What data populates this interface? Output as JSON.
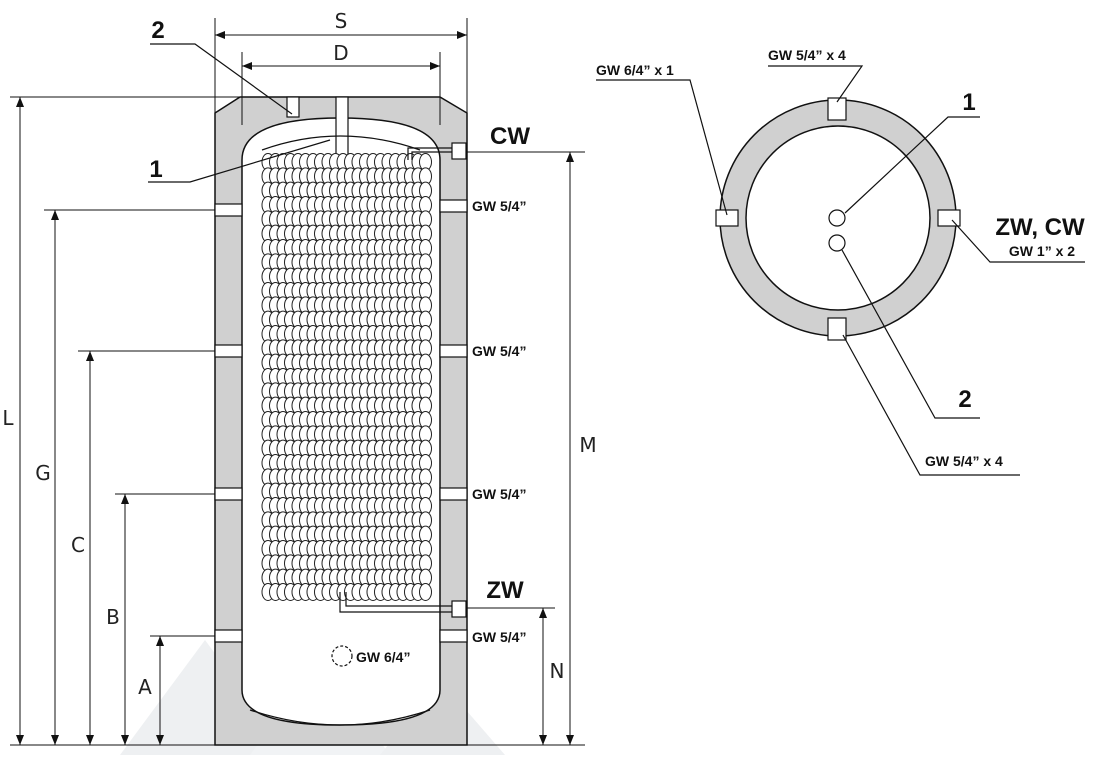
{
  "dimensions": {
    "S": "S",
    "D": "D",
    "L": "L",
    "G": "G",
    "C": "C",
    "B": "B",
    "A": "A",
    "M": "M",
    "N": "N"
  },
  "side_view": {
    "callout_1": "1",
    "callout_2": "2",
    "connection_top": "CW",
    "connection_bottom": "ZW",
    "sensor_ports": [
      "GW 5/4”",
      "GW 5/4”",
      "GW 5/4”",
      "GW 5/4”"
    ],
    "drain_port": "GW 6/4”"
  },
  "top_view": {
    "callout_1": "1",
    "callout_2": "2",
    "port_left": "GW 6/4” x 1",
    "port_top": "GW 5/4” x 4",
    "port_bottom": "GW 5/4” x 4",
    "port_right_title": "ZW, CW",
    "port_right_sub": "GW 1” x 2"
  },
  "colors": {
    "insulation": "#d0d0d0",
    "line": "#111111",
    "coil": "#ffffff",
    "watermark": "#eef0f2"
  }
}
